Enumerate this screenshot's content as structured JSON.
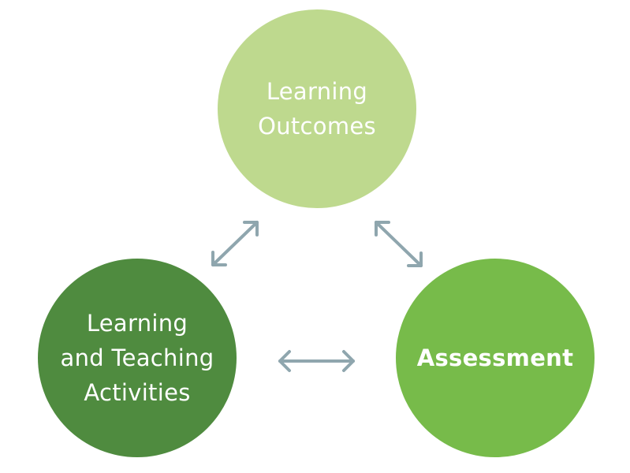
{
  "colors": {
    "outcomes": "#bed98e",
    "activities": "#4f8b3f",
    "assessment": "#77bb4a",
    "arrow": "#8fa6ae",
    "text": "#ffffff"
  },
  "nodes": {
    "outcomes": {
      "line1": "Learning",
      "line2": "Outcomes"
    },
    "activities": {
      "line1": "Learning",
      "line2": "and Teaching",
      "line3": "Activities"
    },
    "assessment": {
      "line1": "Assessment"
    }
  },
  "arrows": [
    {
      "from": "outcomes",
      "to": "activities",
      "style": "double-headed"
    },
    {
      "from": "outcomes",
      "to": "assessment",
      "style": "double-headed"
    },
    {
      "from": "activities",
      "to": "assessment",
      "style": "double-headed"
    }
  ]
}
